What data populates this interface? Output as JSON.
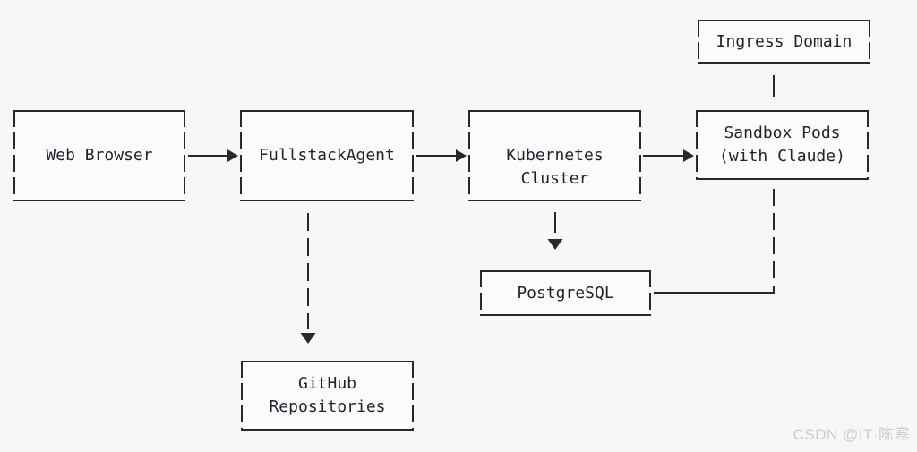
{
  "diagram": {
    "nodes": {
      "web_browser": {
        "label": "Web Browser"
      },
      "fullstack_agent": {
        "label": "FullstackAgent"
      },
      "kubernetes_cluster": {
        "line1": "Kubernetes",
        "line2": "Cluster"
      },
      "sandbox_pods": {
        "line1": "Sandbox Pods",
        "line2": "(with Claude)"
      },
      "ingress_domain": {
        "label": "Ingress Domain"
      },
      "postgresql": {
        "label": "PostgreSQL"
      },
      "github_repositories": {
        "line1": "GitHub",
        "line2": "Repositories"
      }
    },
    "edges": [
      {
        "from": "Web Browser",
        "to": "FullstackAgent",
        "style": "solid-arrow-right"
      },
      {
        "from": "FullstackAgent",
        "to": "Kubernetes Cluster",
        "style": "solid-arrow-right"
      },
      {
        "from": "Kubernetes Cluster",
        "to": "Sandbox Pods (with Claude)",
        "style": "solid-arrow-right"
      },
      {
        "from": "Kubernetes Cluster",
        "to": "PostgreSQL",
        "style": "arrow-down"
      },
      {
        "from": "FullstackAgent",
        "to": "GitHub Repositories",
        "style": "dashed-arrow-down"
      },
      {
        "from": "Ingress Domain",
        "to": "Sandbox Pods (with Claude)",
        "style": "line-down"
      },
      {
        "from": "Sandbox Pods (with Claude)",
        "to": "PostgreSQL",
        "style": "elbow-line"
      }
    ]
  },
  "watermark": {
    "text": "CSDN @IT·陈寒"
  },
  "colors": {
    "background": "#f6f7f9",
    "node_fill": "#fafbfc",
    "line": "#26282c",
    "text": "#1f2328",
    "watermark": "#caccd1"
  }
}
